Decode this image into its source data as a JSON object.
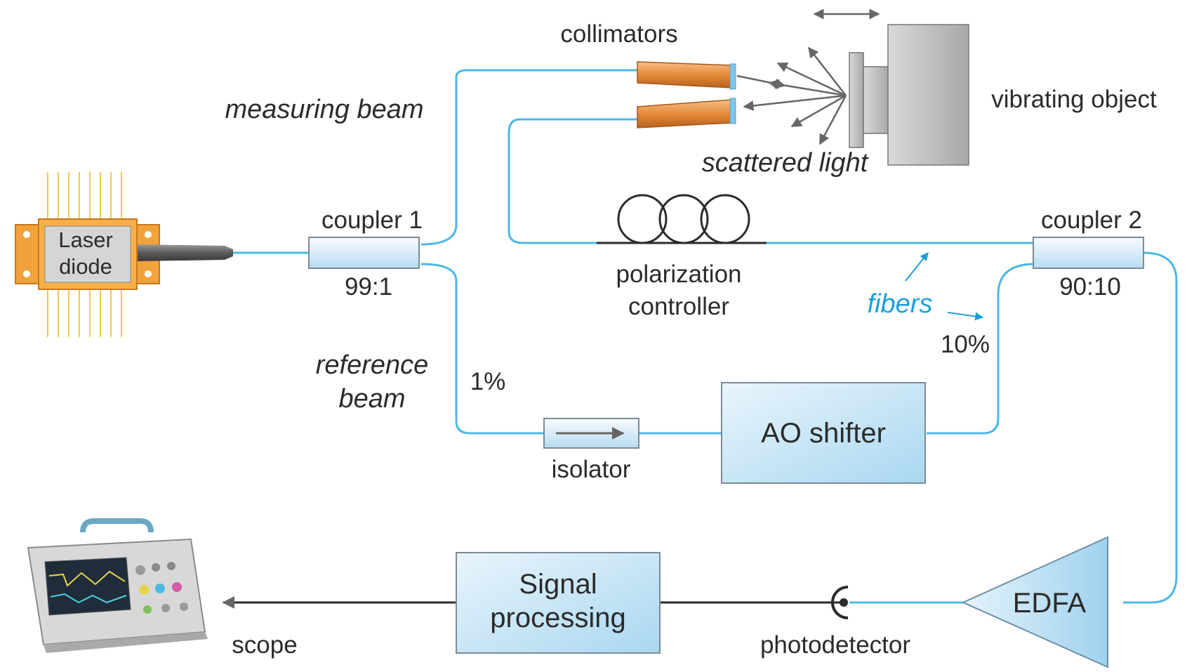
{
  "labels": {
    "laser_line1": "Laser",
    "laser_line2": "diode",
    "coupler1": "coupler 1",
    "coupler1_ratio": "99:1",
    "measuring_beam": "measuring beam",
    "reference_beam_line1": "reference",
    "reference_beam_line2": "beam",
    "one_percent": "1%",
    "collimators": "collimators",
    "scattered_light": "scattered light",
    "vibrating_object": "vibrating object",
    "polarization_line1": "polarization",
    "polarization_line2": "controller",
    "fibers": "fibers",
    "coupler2": "coupler 2",
    "coupler2_ratio": "90:10",
    "ten_percent": "10%",
    "isolator": "isolator",
    "ao_shifter": "AO shifter",
    "edfa": "EDFA",
    "photodetector": "photodetector",
    "signal_line1": "Signal",
    "signal_line2": "processing",
    "scope": "scope"
  },
  "colors": {
    "fiber": "#4cb8e6",
    "fibers_label": "#1e9fd8",
    "box_fill": "#cfe9f7",
    "box_stroke": "#7d8a94",
    "collimator": "#e58a3a",
    "laser_body": "#f2a23a",
    "gray_object": "#bfbfbf",
    "text": "#2b2b2b"
  }
}
